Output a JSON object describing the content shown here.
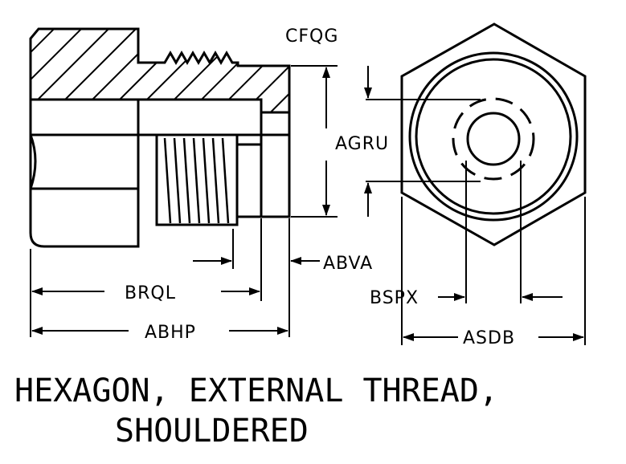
{
  "labels": {
    "cfqg": "CFQG",
    "agru": "AGRU",
    "abva": "ABVA",
    "brql": "BRQL",
    "bspx": "BSPX",
    "abhp": "ABHP",
    "asdb": "ASDB"
  },
  "caption": {
    "line1": "HEXAGON, EXTERNAL THREAD,",
    "line2": "SHOULDERED"
  },
  "colors": {
    "ink": "#000000",
    "paper": "#ffffff"
  }
}
